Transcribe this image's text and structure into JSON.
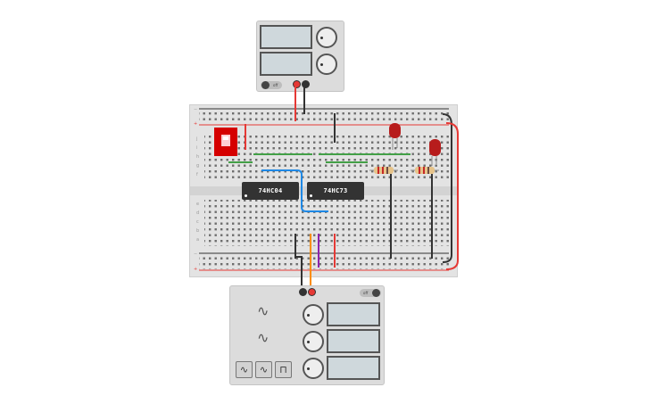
{
  "chips": [
    {
      "label": "74HC04"
    },
    {
      "label": "74HC73"
    }
  ],
  "power_supply": {
    "switch_label": "off"
  },
  "generator": {
    "switch_label": "off",
    "wave_buttons": [
      {
        "icon": "sine-wave-icon",
        "glyph": "∿"
      },
      {
        "icon": "triangle-wave-icon",
        "glyph": "∿"
      },
      {
        "icon": "square-wave-icon",
        "glyph": "⊓"
      }
    ],
    "preview_glyphs": [
      "∿",
      "∿"
    ]
  },
  "breadboard": {
    "row_letters_top": [
      "j",
      "i",
      "h",
      "g",
      "f"
    ],
    "row_letters_bottom": [
      "e",
      "d",
      "c",
      "b",
      "a"
    ],
    "rail_signs": [
      "−",
      "+",
      "−",
      "+"
    ]
  },
  "colors": {
    "wire_red": "#e53935",
    "wire_black": "#333333",
    "wire_green": "#43a047",
    "wire_blue": "#1e88e5",
    "wire_orange": "#fb8c00",
    "wire_purple": "#8e24aa",
    "led_red": "#b71c1c"
  }
}
